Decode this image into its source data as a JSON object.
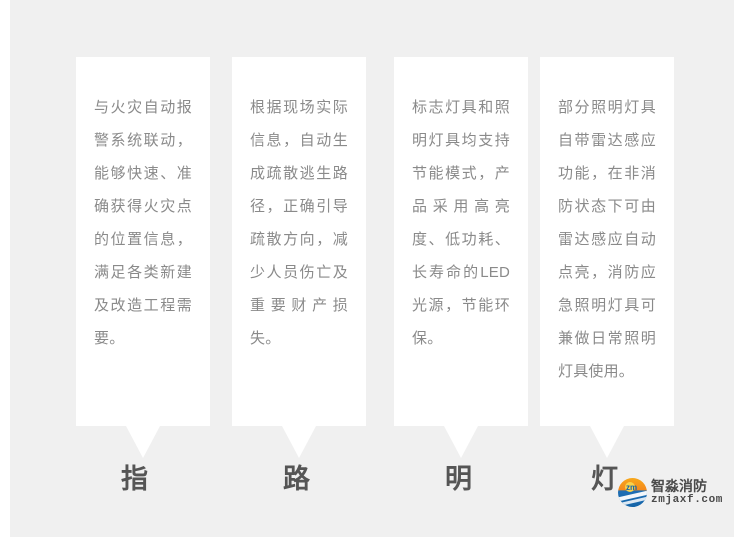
{
  "background": {
    "page_color": "#ffffff",
    "panel_color": "#f0f0f0",
    "card_color": "#ffffff",
    "body_text_color": "#8a8a8a",
    "label_text_color": "#555555"
  },
  "cards": [
    {
      "text": "与火灾自动报警系统联动，能够快速、准确获得火灾点的位置信息，满足各类新建及改造工程需要。",
      "label": "指"
    },
    {
      "text": "根据现场实际信息，自动生成疏散逃生路径，正确引导疏散方向，减少人员伤亡及重要财产损失。",
      "label": "路"
    },
    {
      "text": "标志灯具和照明灯具均支持节能模式，产品采用高亮度、低功耗、长寿命的LED光源，节能环保。",
      "label": "明"
    },
    {
      "text": "部分照明灯具自带雷达感应功能，在非消防状态下可由雷达感应自动点亮，消防应急照明灯具可兼做日常照明灯具使用。",
      "label": "灯"
    }
  ],
  "watermark": {
    "logo_mark": "zm",
    "company": "智淼消防",
    "url": "zmjaxf.com",
    "logo_top_color": "#f4881c",
    "logo_bottom_color": "#1464a8"
  }
}
